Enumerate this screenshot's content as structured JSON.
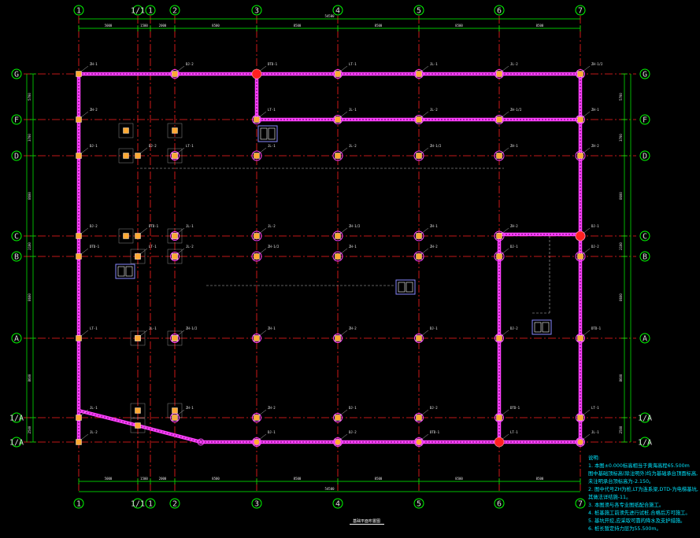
{
  "drawing": {
    "title": "基础平面布置图",
    "colors": {
      "background": "#000000",
      "axis_line": "#ff2020",
      "dimension_line": "#00ff00",
      "wall": "#ff40ff",
      "wall_hatch": "#aa22aa",
      "column": "#ffaa33",
      "pile_ring": "#ff44ff",
      "text": "#e8e8e8",
      "notes": "#00e5ff",
      "pit": "#8888ff"
    },
    "grid_x": [
      {
        "label": "1",
        "pos": 100
      },
      {
        "label": "1/1",
        "pos": 175
      },
      {
        "label": "1",
        "pos": 191
      },
      {
        "label": "2",
        "pos": 222
      },
      {
        "label": "3",
        "pos": 326
      },
      {
        "label": "4",
        "pos": 429
      },
      {
        "label": "5",
        "pos": 532
      },
      {
        "label": "6",
        "pos": 634
      },
      {
        "label": "7",
        "pos": 737
      }
    ],
    "grid_y": [
      {
        "label": "G",
        "pos": 94
      },
      {
        "label": "F",
        "pos": 152
      },
      {
        "label": "D",
        "pos": 198
      },
      {
        "label": "C",
        "pos": 300
      },
      {
        "label": "B",
        "pos": 326
      },
      {
        "label": "A",
        "pos": 430
      },
      {
        "label": "1/A",
        "pos": 531
      },
      {
        "label": "1/A",
        "pos": 562
      }
    ],
    "dims_top": [
      "5000",
      "1500",
      "2000",
      "8500",
      "8500",
      "8500",
      "8500",
      "8500"
    ],
    "dims_top_total": "54500",
    "dims_bottom": [
      "5000",
      "1500",
      "2000",
      "8500",
      "8500",
      "8500",
      "8500",
      "8500"
    ],
    "dims_bottom_total": "54500",
    "dims_left": [
      "5700",
      "3700",
      "8600",
      "2100",
      "8600",
      "8600",
      "2500"
    ],
    "dims_right": [
      "5700",
      "3700",
      "8600",
      "2100",
      "8600",
      "8600",
      "2500"
    ],
    "tags": [
      "ZH-1",
      "ZH-2",
      "DJ-1",
      "DJ-2",
      "DTD-1",
      "LT-1",
      "JL-1",
      "JL-2",
      "ZH-1/2"
    ],
    "notes": {
      "title": "说明:",
      "lines": [
        "1. 本图±0.000标高相当于黄海高程65.500m",
        "   图中基础顶标高(除注明外)均为基础承台顶面标高,",
        "   未注明承台顶标高为-2.150。",
        "2. 图中代号ZH为桩,LT为连系梁,DTD-为电梯基坑,",
        "   其做法详结施-11。",
        "3. 本图须与各专业图纸配合施工。",
        "4. 桩基施工前须先进行试桩,合格后方可施工。",
        "5. 基坑开挖,应采取可靠的降水及支护措施。",
        "6. 桩长暂定持力层为55.500m。"
      ]
    }
  }
}
